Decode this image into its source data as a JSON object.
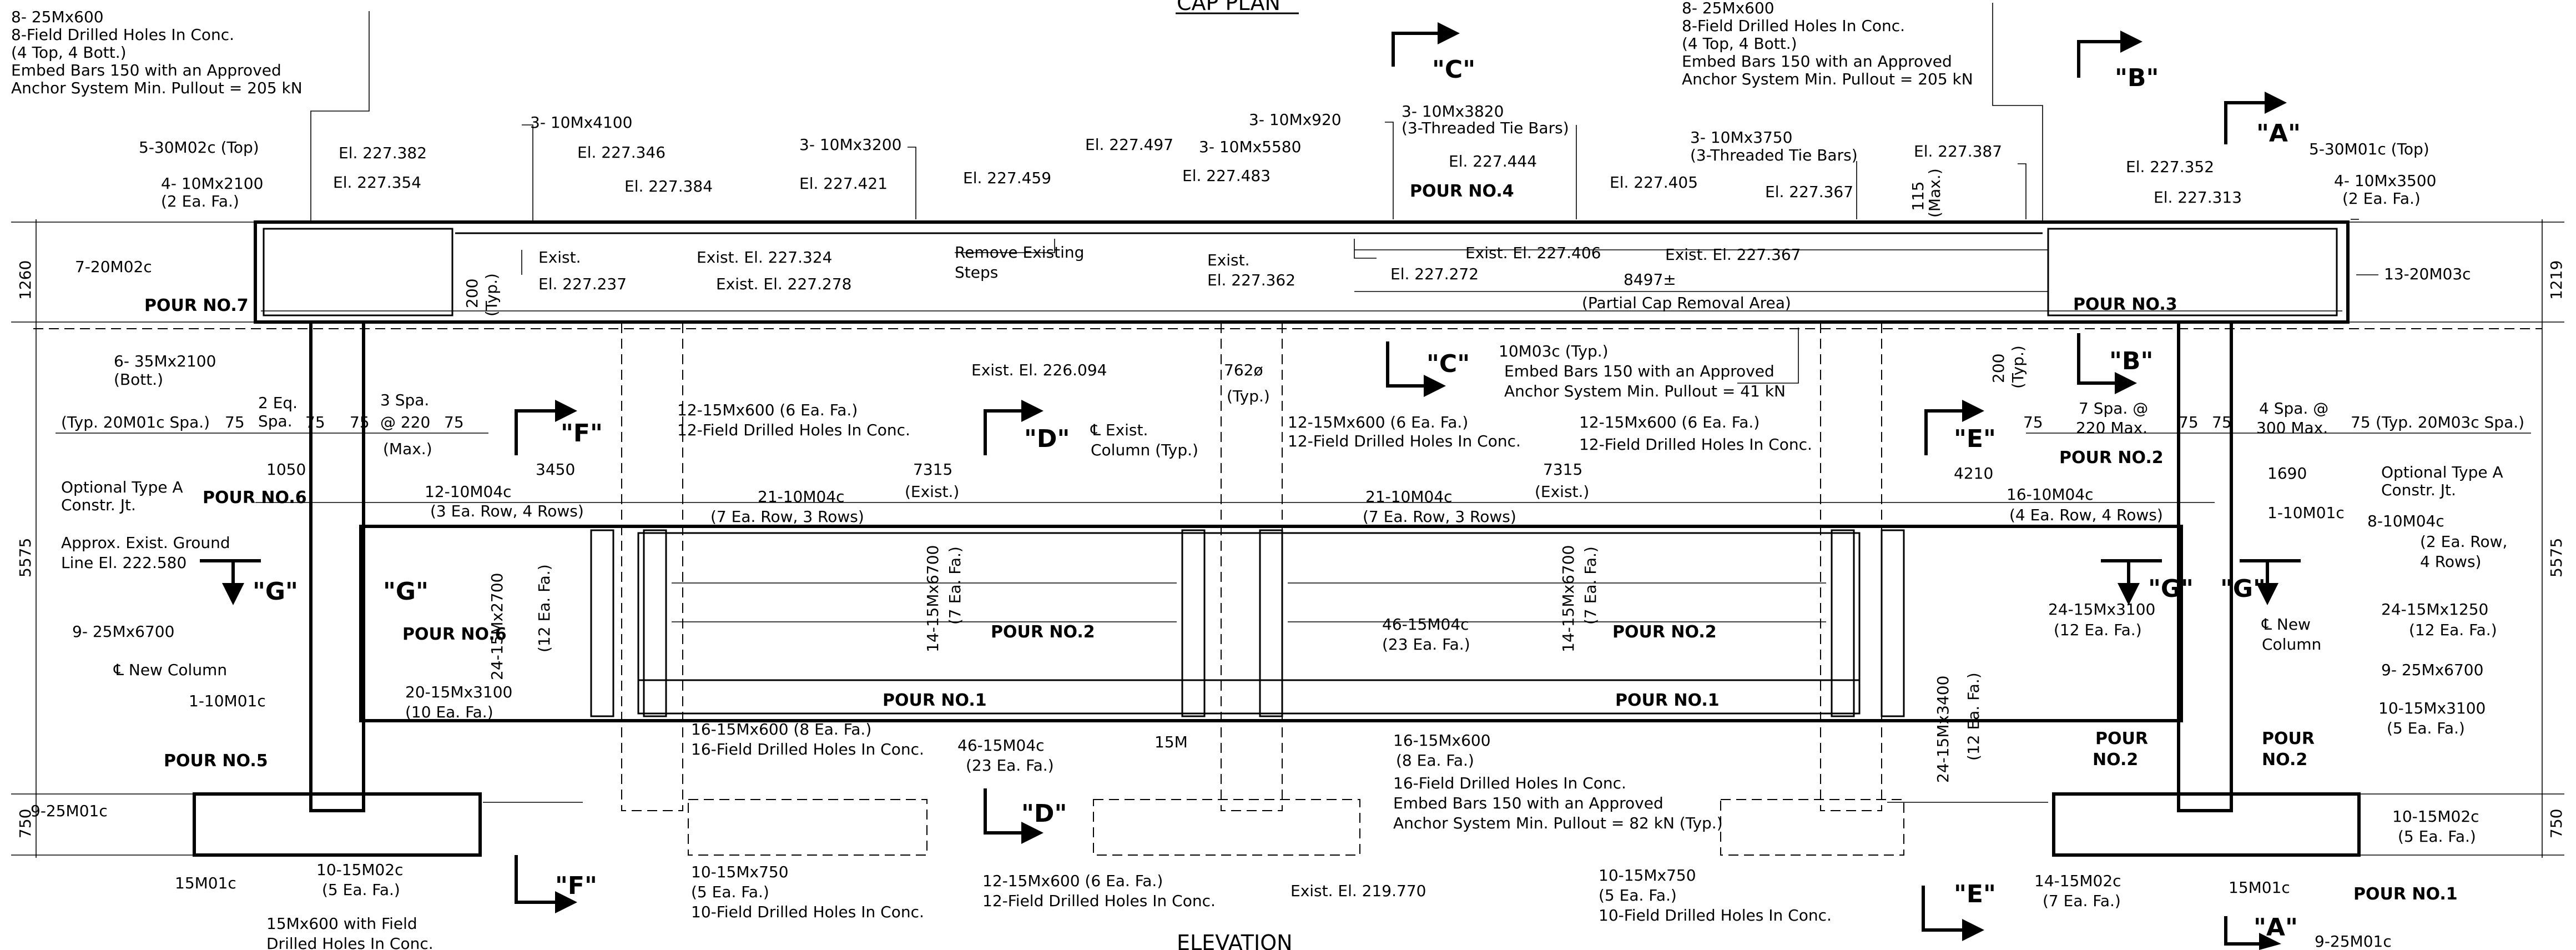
{
  "sheet": {
    "plan_title": "CAP PLAN",
    "elevation_title": "ELEVATION"
  },
  "notes": {
    "tl_1": "8- 25Mx600",
    "tl_2": "8-Field Drilled Holes In Conc.",
    "tl_3": "(4 Top, 4 Bott.)",
    "tl_4": "Embed Bars 150 with an Approved",
    "tl_5": "Anchor System Min. Pullout = 205 kN",
    "tr_1": "8- 25Mx600",
    "tr_2": "8-Field Drilled Holes In Conc.",
    "tr_3": "(4 Top, 4 Bott.)",
    "tr_4": "Embed Bars 150 with an Approved",
    "tr_5": "Anchor System Min. Pullout = 205 kN",
    "b30": "5-30M02c (Top)",
    "b10_2100": "4- 10Mx2100",
    "b10_2100b": "(2 Ea. Fa.)",
    "el_382": "El. 227.382",
    "el_354": "El. 227.354",
    "b4100": "3- 10Mx4100",
    "el_346": "El. 227.346",
    "el_384": "El. 227.384",
    "b3200": "3- 10Mx3200",
    "el_421": "El. 227.421",
    "el_459": "El. 227.459",
    "el_497": "El. 227.497",
    "b920": "3- 10Mx920",
    "b5580": "3- 10Mx5580",
    "el_483": "El. 227.483",
    "b3820": "3- 10Mx3820",
    "b3820b": "(3-Threaded Tie Bars)",
    "el_444": "El. 227.444",
    "pour4": "POUR NO.4",
    "el_405": "El. 227.405",
    "b3750": "3- 10Mx3750",
    "b3750b": "(3-Threaded Tie Bars)",
    "el_367": "El. 227.367",
    "el_387": "El. 227.387",
    "max115": "115",
    "max115b": "(Max.)",
    "el_352": "El. 227.352",
    "el_313": "El. 227.313",
    "b3001": "5-30M01c (Top)",
    "b3500": "4- 10Mx3500",
    "b3500b": "(2 Ea. Fa.)",
    "b20m02": "7-20M02c",
    "pour7": "POUR NO.7",
    "b35_2100": "6- 35Mx2100",
    "bott1": "(Bott.)",
    "exist_237a": "Exist.",
    "exist_237b": "El. 227.237",
    "d200": "200",
    "typ": "(Typ.)",
    "exist_324": "Exist. El. 227.324",
    "exist_278": "Exist. El. 227.278",
    "remove_steps_a": "Remove Existing",
    "remove_steps_b": "Steps",
    "exist_362a": "Exist.",
    "exist_362b": "El. 227.362",
    "el_272": "El. 227.272",
    "exist_406": "Exist. El. 227.406",
    "exist_367": "Exist. El. 227.367",
    "d8497": "8497±",
    "partial_cap": "(Partial Cap Removal Area)",
    "pour3": "POUR NO.3",
    "b13_20m03": "13-20M03c",
    "d1260": "1260",
    "d1219": "1219",
    "typ20m01": "(Typ. 20M01c Spa.)",
    "d75": "75",
    "two_ea": "2 Eq.",
    "spa": "Spa.",
    "three_spa": "3 Spa.",
    "at220": "@ 220",
    "max": "(Max.)",
    "exist_094": "Exist. El. 226.094",
    "d762": "762ø",
    "typ_paren": "(Typ.)",
    "b12_600_l1": "12-15Mx600 (6 Ea. Fa.)",
    "b12_600_l2": "12-Field Drilled Holes In Conc.",
    "c_exist_a": "℄ Exist.",
    "c_exist_b": "Column (Typ.)",
    "b10m03": "10M03c (Typ.)",
    "emb41_a": "Embed Bars 150 with an Approved",
    "emb41_b": "Anchor System Min. Pullout = 41 kN",
    "seven_spa": "7 Spa. @",
    "max220": "220 Max.",
    "four_spa": "4 Spa. @",
    "max300": "300 Max.",
    "typ20m03": "(Typ. 20M03c Spa.)",
    "d1050": "1050",
    "d3450": "3450",
    "d7315": "7315",
    "exist_paren": "(Exist.)",
    "d4210": "4210",
    "d1690": "1690",
    "pour2": "POUR NO.2",
    "opt_a": "Optional Type A",
    "opt_b": "Constr. Jt.",
    "pour6": "POUR NO.6",
    "b12_10m04": "12-10M04c",
    "b12_10m04b": "(3 Ea. Row, 4 Rows)",
    "b21_10m04": "21-10M04c",
    "b21_10m04b": "(7 Ea. Row, 3 Rows)",
    "b16_10m04": "16-10M04c",
    "b16_10m04b": "(4 Ea. Row, 4 Rows)",
    "b1_10m01": "1-10M01c",
    "b8_10m04": "8-10M04c",
    "b8_10m04b": "(2 Ea. Row,",
    "b8_10m04c": "4 Rows)",
    "ground_a": "Approx. Exist. Ground",
    "ground_b": "Line El. 222.580",
    "b24_2700": "24-15Mx2700",
    "ea12": "(12 Ea. Fa.)",
    "b14_6700": "14-15Mx6700",
    "ea7": "(7 Ea. Fa.)",
    "b46_15m04": "46-15M04c",
    "ea23": "(23 Ea. Fa.)",
    "b24_3100": "24-15Mx3100",
    "b24_3400": "24-15Mx3400",
    "b24_1250": "24-15Mx1250",
    "b9_25m6700": "9- 25Mx6700",
    "new_col": "℄ New Column",
    "new_col_a": "℄ New",
    "new_col_b": "Column",
    "b20_3100": "20-15Mx3100",
    "ea10": "(10 Ea. Fa.)",
    "b10_3100": "10-15Mx3100",
    "ea5": "(5 Ea. Fa.)",
    "pour1": "POUR NO.1",
    "b16_600": "16-15Mx600 (8 Ea. Fa.)",
    "b16_field": "16-Field Drilled Holes In Conc.",
    "b16_600b": "16-15Mx600",
    "ea8": "(8 Ea. Fa.)",
    "emb82_a": "Embed Bars 150 with an Approved",
    "emb82_b": "Anchor System Min. Pullout = 82 kN (Typ.)",
    "b15m": "15M",
    "pour5": "POUR NO.5",
    "b9_25m01": "9-25M01c",
    "d750": "750",
    "d5575": "5575",
    "b10_15m02": "10-15M02c",
    "b15m01": "15M01c",
    "b15m600_a": "15Mx600 with Field",
    "b15m600_b": "Drilled Holes In Conc.",
    "b10_750": "10-15Mx750",
    "b10_field": "10-Field Drilled Holes In Conc.",
    "exist_770": "Exist. El. 219.770",
    "b14_15m02": "14-15M02c",
    "ea7b": "(7 Ea. Fa.)",
    "pour_no2": "POUR",
    "pour_no2b": "NO.2",
    "sec_a": "\"A\"",
    "sec_b": "\"B\"",
    "sec_c": "\"C\"",
    "sec_d": "\"D\"",
    "sec_e": "\"E\"",
    "sec_f": "\"F\"",
    "sec_g": "\"G\""
  }
}
